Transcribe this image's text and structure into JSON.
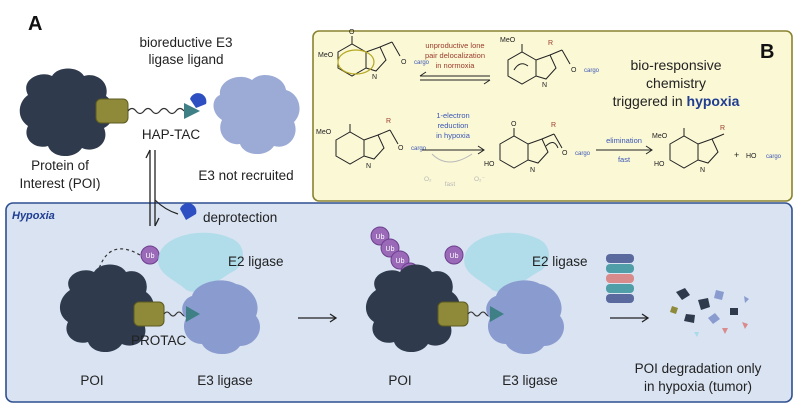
{
  "panel_a": {
    "letter": "A",
    "ligand_label_line1": "bioreductive E3",
    "ligand_label_line2": "ligase ligand",
    "haptac_label": "HAP-TAC",
    "poi_label_line1": "Protein of",
    "poi_label_line2": "Interest (POI)",
    "e3_not_recruited": "E3 not recruited",
    "deprotection": "deprotection"
  },
  "hypoxia_box": {
    "title": "Hypoxia",
    "ub": "Ub",
    "e2_ligase_left": "E2 ligase",
    "e2_ligase_right": "E2 ligase",
    "protac": "PROTAC",
    "poi_left": "POI",
    "poi_right": "POI",
    "e3_ligase_left": "E3 ligase",
    "e3_ligase_right": "E3 ligase",
    "degradation_line1": "POI degradation only",
    "degradation_line2": "in hypoxia (tumor)"
  },
  "panel_b": {
    "letter": "B",
    "bio_line1": "bio-responsive",
    "bio_line2": "chemistry",
    "bio_line3_prefix": "triggered in ",
    "bio_line3_emph": "hypoxia",
    "unproductive_line1": "unproductive lone",
    "unproductive_line2": "pair delocalization",
    "unproductive_line3": "in normoxia",
    "reduction_line1": "1-electron",
    "reduction_line2": "reduction",
    "reduction_line3": "in hypoxia",
    "elimination_line1": "elimination",
    "elimination_line2": "fast",
    "o2_left": "O₂",
    "o2_minus": "O₂⁻",
    "fast_faded": "fast",
    "meo": "MeO",
    "ho": "HO",
    "n": "N",
    "o": "O",
    "r": "R",
    "cargo": "cargo",
    "plus": "+"
  },
  "colors": {
    "poi": "#2f3a4d",
    "e3": "#8a9ccf",
    "e2": "#a9dbe9",
    "ub": "#9a6ab8",
    "linker_block": "#8e8a3a",
    "warhead": "#3f7f86",
    "hypoxia_bg": "#d9e3f2",
    "hypoxia_border": "#2f4f8f",
    "panel_b_bg": "#fbf8d6",
    "panel_b_border": "#8a8430",
    "hypoxia_text": "#1f3d91",
    "normoxia_text": "#9a3b2a",
    "reaction_text": "#3a56b5"
  }
}
